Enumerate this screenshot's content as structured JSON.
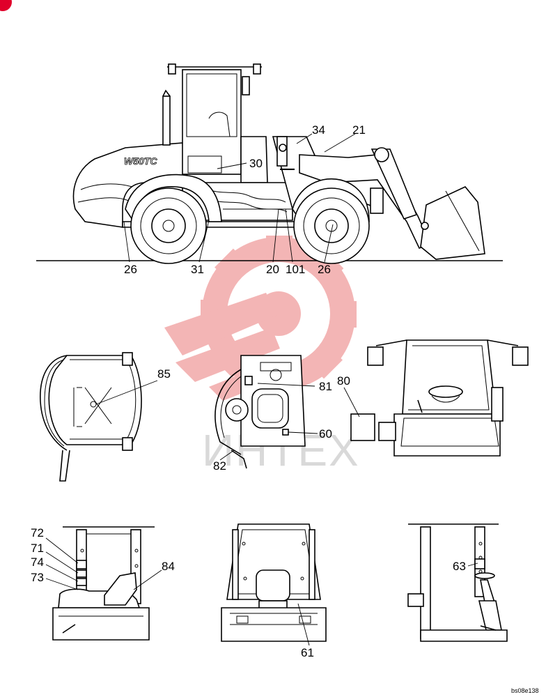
{
  "diagram": {
    "views": [
      {
        "id": "loader-side",
        "callouts": [
          "34",
          "21",
          "30",
          "26",
          "31",
          "20",
          "101",
          "26"
        ],
        "badges": [
          "W50TC"
        ]
      },
      {
        "id": "cab-roof-top",
        "callouts": [
          "85"
        ]
      },
      {
        "id": "cab-floor-top",
        "callouts": [
          "81",
          "60",
          "82"
        ]
      },
      {
        "id": "cab-rear-perspective",
        "callouts": [
          "80"
        ]
      },
      {
        "id": "cab-left-side",
        "callouts": [
          "72",
          "71",
          "74",
          "73",
          "84"
        ]
      },
      {
        "id": "cab-front",
        "callouts": [
          "61"
        ]
      },
      {
        "id": "cab-right-side",
        "callouts": [
          "63"
        ]
      }
    ],
    "figure_code": "bs08e138",
    "watermark": "ИНТЕХ"
  },
  "colors": {
    "line": "#000000",
    "watermark_red": "#f2a9a9",
    "watermark_gray": "#d9d9d9",
    "corner_dot": "#e0002a"
  },
  "icons": [
    "corner-marker-icon",
    "gear-logo-icon"
  ]
}
